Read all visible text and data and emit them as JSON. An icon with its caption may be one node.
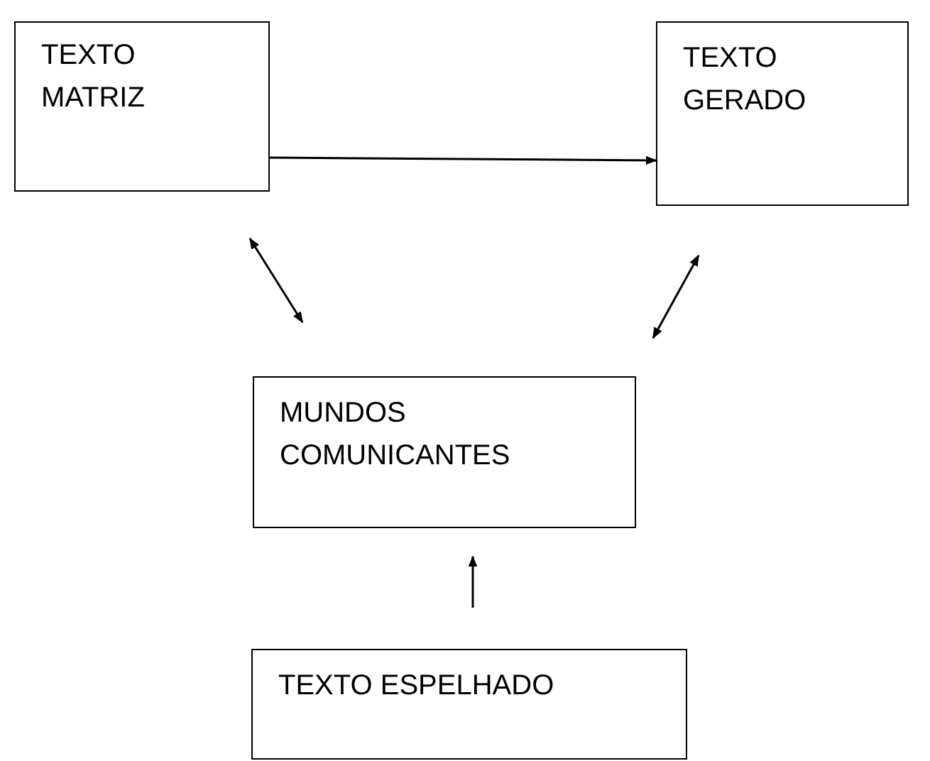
{
  "diagram": {
    "nodes": [
      {
        "text": [
          "TEXTO MATRIZ"
        ]
      },
      {
        "text": [
          "TEXTO GERADO"
        ]
      },
      {
        "text": [
          "MUNDOS COMUNICANTES"
        ]
      },
      {
        "text": [
          "TEXTO ESPELHADO"
        ]
      }
    ],
    "edges": [
      {
        "from": 0,
        "to": 1,
        "arrow": "to"
      },
      {
        "from": 0,
        "to": 2,
        "arrow": "both"
      },
      {
        "from": 2,
        "to": 1,
        "arrow": "both"
      },
      {
        "from": 3,
        "to": 2,
        "arrow": "to"
      }
    ]
  }
}
